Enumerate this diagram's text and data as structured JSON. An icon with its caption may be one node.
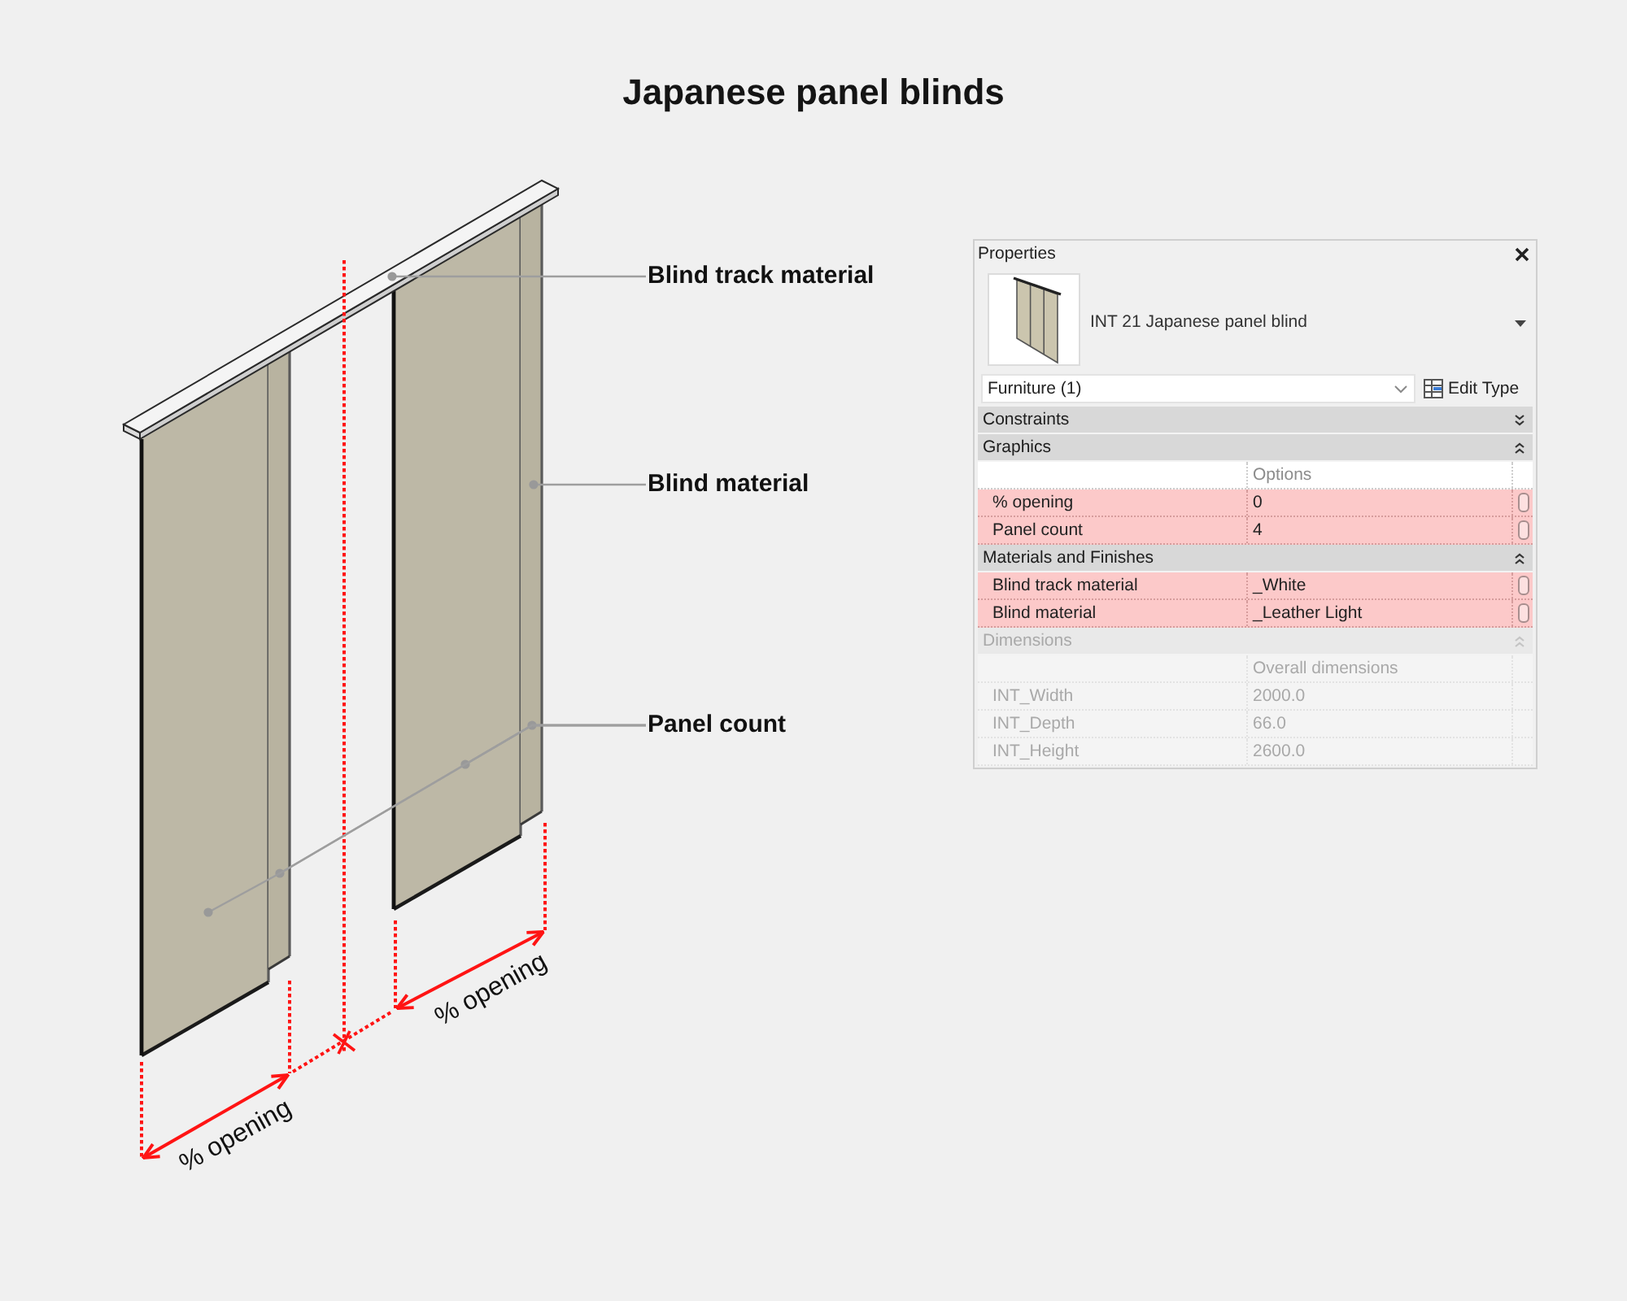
{
  "diagram": {
    "title": "Japanese panel blinds",
    "nodes": [
      {
        "text": [],
        "shape": "bar"
      },
      {
        "text": [],
        "shape": "box"
      },
      {
        "text": [],
        "shape": "box"
      },
      {
        "text": [],
        "shape": "box"
      },
      {
        "text": [],
        "shape": "box"
      },
      {
        "text": [
          "Blind track material"
        ]
      },
      {
        "text": [
          "Blind material"
        ]
      },
      {
        "text": [
          "Panel count"
        ]
      }
    ],
    "edges": [
      {
        "from": 5,
        "to": 0,
        "arrow": "other"
      },
      {
        "from": 6,
        "to": 4,
        "arrow": "other"
      },
      {
        "from": 7,
        "to": 4,
        "arrow": "other"
      },
      {
        "from": 7,
        "to": 3,
        "arrow": "other"
      },
      {
        "from": 7,
        "to": 2,
        "arrow": "other"
      },
      {
        "from": 7,
        "to": 1,
        "arrow": "other"
      }
    ],
    "labels": [
      "Properties",
      "INT 21 Japanese panel blind",
      "Furniture (1)",
      "Edit Type",
      "Constraints",
      "Graphics",
      "Options",
      "% opening",
      "0",
      "Panel count",
      "4",
      "Materials and Finishes",
      "Blind track material",
      "_White",
      "Blind material",
      "_Leather Light",
      "Dimensions",
      "Overall dimensions",
      "INT_Width",
      "2000.0",
      "INT_Depth",
      "66.0",
      "INT_Height",
      "2600.0",
      "% opening",
      "% opening"
    ]
  }
}
